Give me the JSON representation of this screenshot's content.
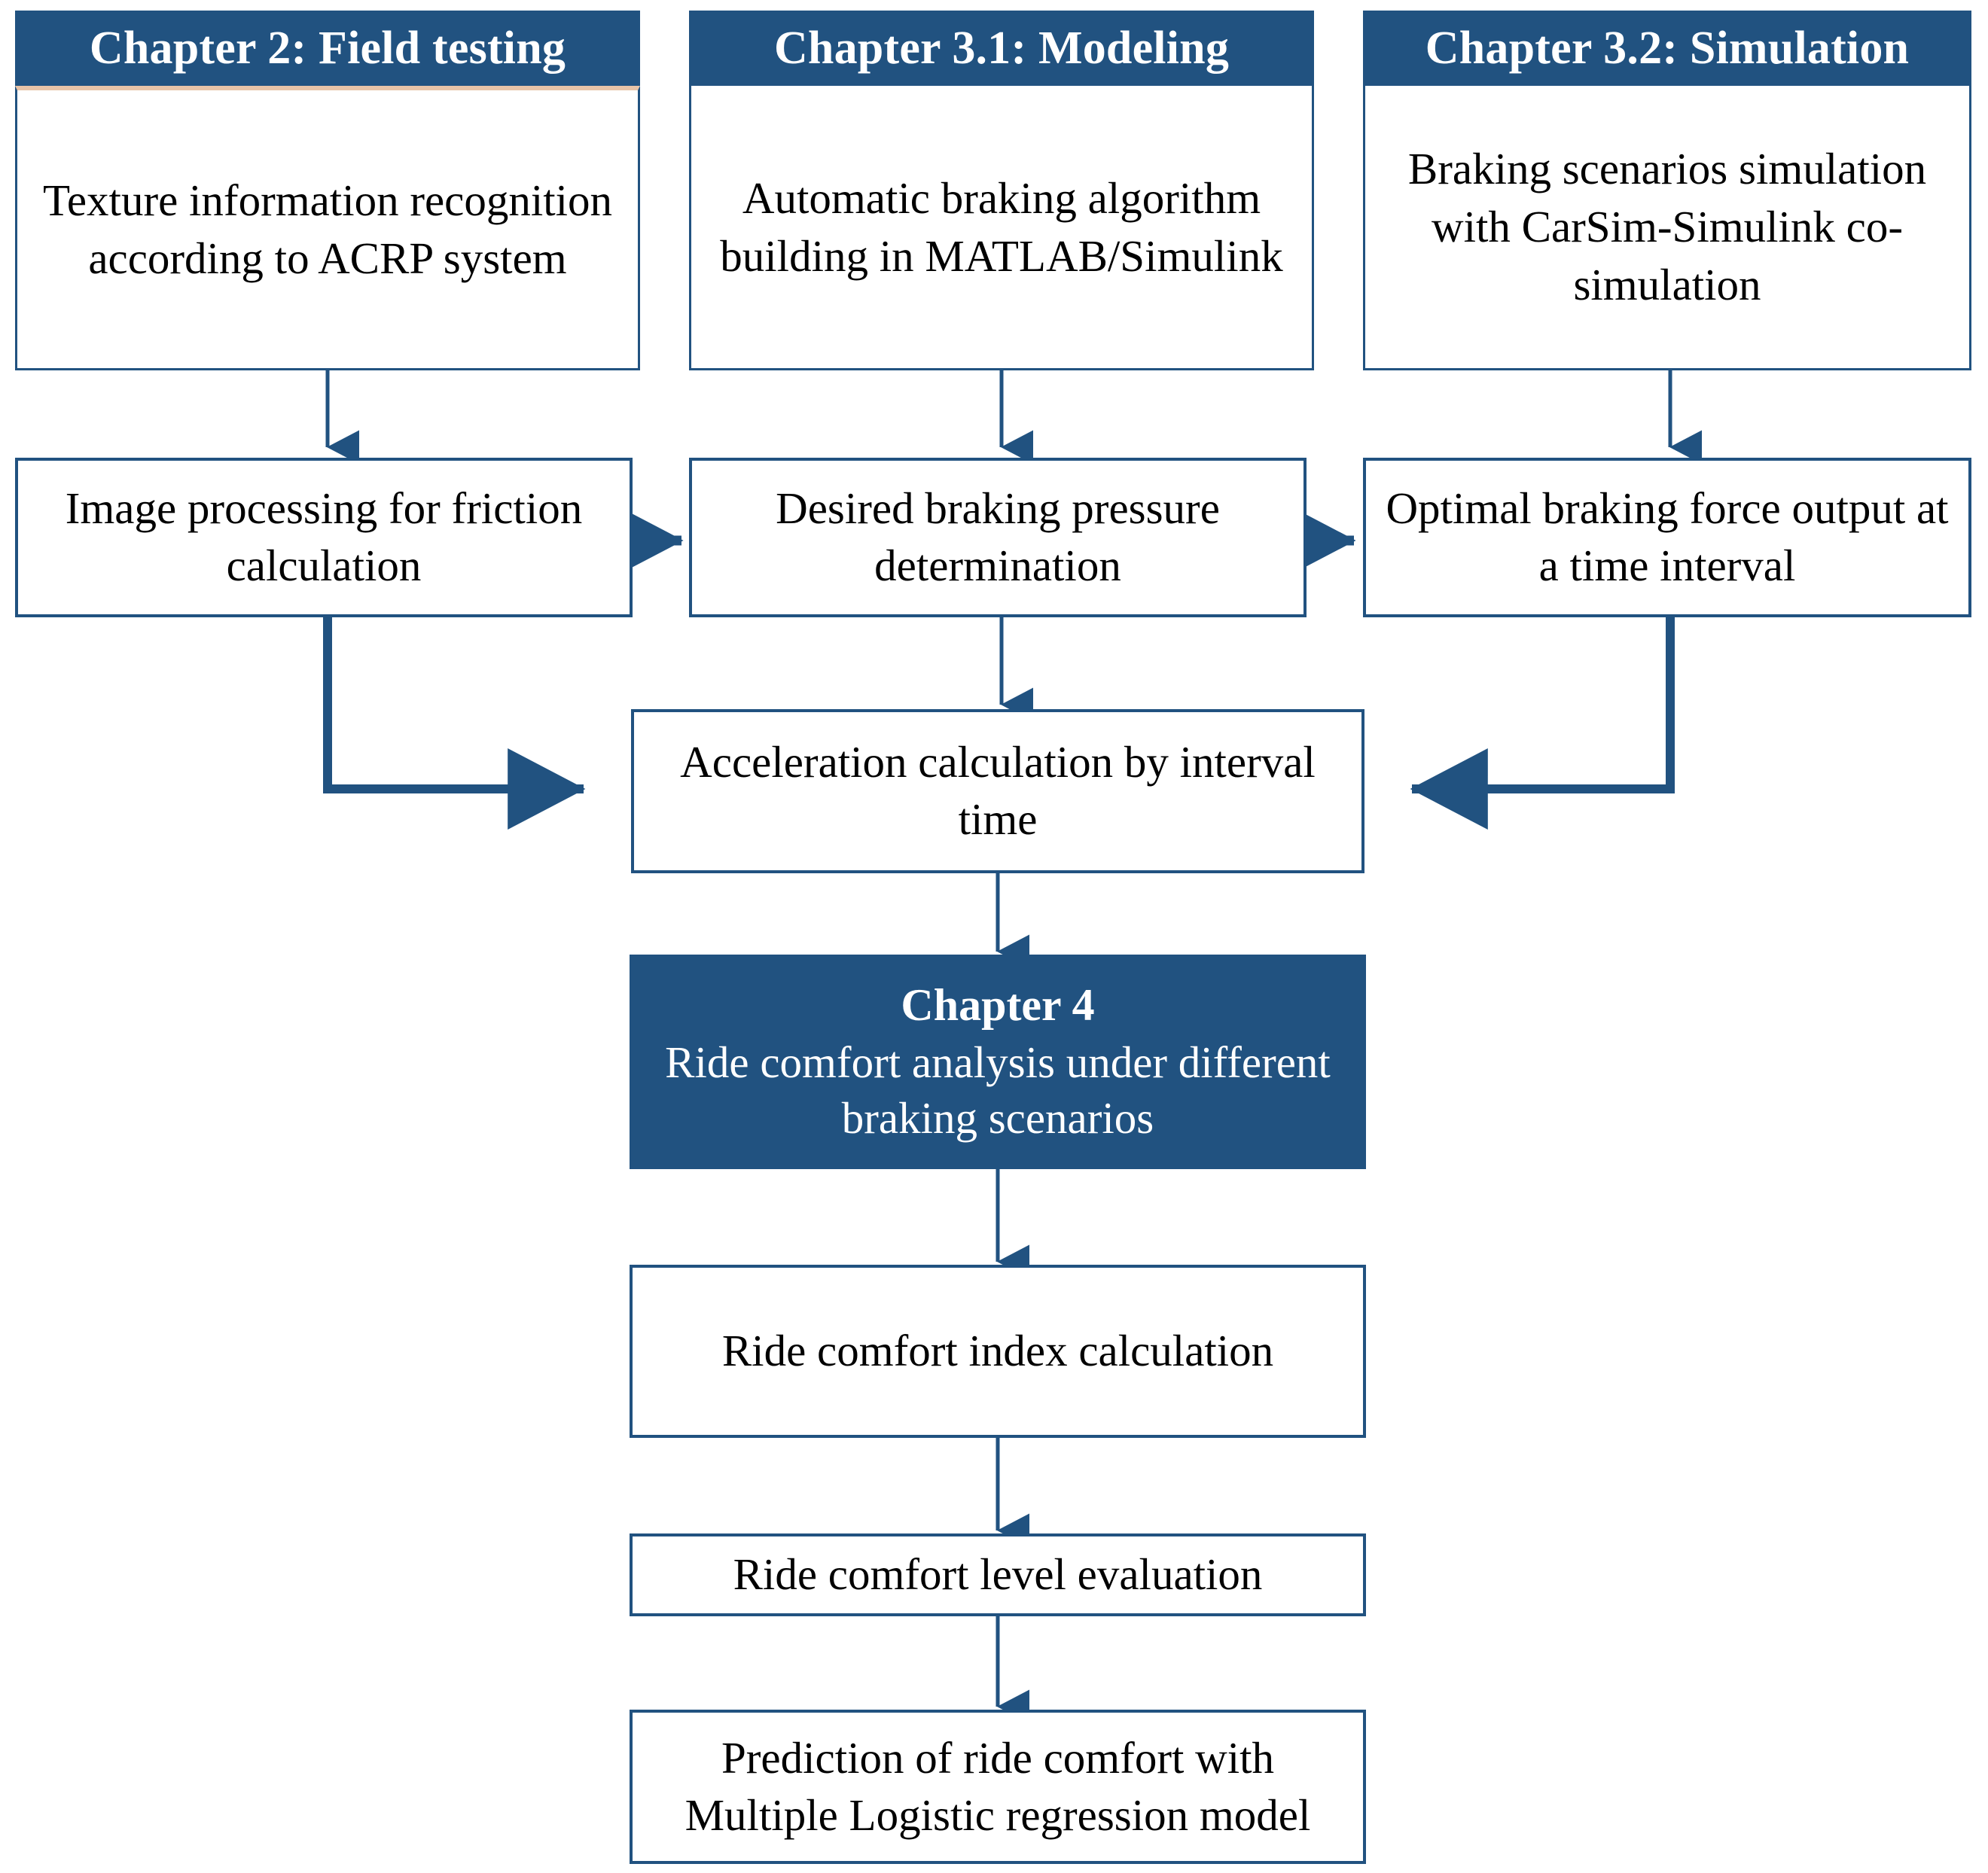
{
  "theme": {
    "accent_blue": "#215280",
    "accent_peach": "#e8c4a8",
    "box_border": "#215280",
    "text_dark": "#000000",
    "text_light": "#ffffff",
    "background": "#ffffff"
  },
  "chart_data": {
    "type": "diagram",
    "title": "Research framework flowchart",
    "nodes": [
      {
        "id": "ch2",
        "label": "Chapter 2: Field testing",
        "kind": "header"
      },
      {
        "id": "ch2_body",
        "label": "Texture information recognition according to ACRP system",
        "kind": "process"
      },
      {
        "id": "ch31",
        "label": "Chapter 3.1: Modeling",
        "kind": "header"
      },
      {
        "id": "ch31_body",
        "label": "Automatic braking algorithm building in MATLAB/Simulink",
        "kind": "process"
      },
      {
        "id": "ch32",
        "label": "Chapter 3.2: Simulation",
        "kind": "header"
      },
      {
        "id": "ch32_body",
        "label": "Braking scenarios simulation with CarSim-Simulink co-simulation",
        "kind": "process"
      },
      {
        "id": "image_proc",
        "label": "Image processing for friction calculation",
        "kind": "process"
      },
      {
        "id": "pressure",
        "label": "Desired braking pressure determination",
        "kind": "process"
      },
      {
        "id": "force",
        "label": "Optimal braking force output at a time interval",
        "kind": "process"
      },
      {
        "id": "accel",
        "label": "Acceleration calculation by interval time",
        "kind": "process"
      },
      {
        "id": "ch4",
        "label": "Chapter 4 Ride comfort analysis under different braking scenarios",
        "kind": "filled"
      },
      {
        "id": "rci",
        "label": "Ride comfort index calculation",
        "kind": "process"
      },
      {
        "id": "rcl",
        "label": "Ride  comfort level evaluation",
        "kind": "process"
      },
      {
        "id": "pred",
        "label": "Prediction of ride comfort with Multiple Logistic regression model",
        "kind": "process"
      }
    ],
    "edges": [
      {
        "from": "ch2_body",
        "to": "image_proc",
        "style": "arrow-down"
      },
      {
        "from": "ch31_body",
        "to": "pressure",
        "style": "arrow-down"
      },
      {
        "from": "ch32_body",
        "to": "force",
        "style": "arrow-down"
      },
      {
        "from": "image_proc",
        "to": "pressure",
        "style": "arrow-right"
      },
      {
        "from": "pressure",
        "to": "force",
        "style": "arrow-right"
      },
      {
        "from": "image_proc",
        "to": "accel",
        "style": "elbow-down-right"
      },
      {
        "from": "pressure",
        "to": "accel",
        "style": "arrow-down"
      },
      {
        "from": "force",
        "to": "accel",
        "style": "elbow-down-left"
      },
      {
        "from": "accel",
        "to": "ch4",
        "style": "arrow-down"
      },
      {
        "from": "ch4",
        "to": "rci",
        "style": "arrow-down"
      },
      {
        "from": "rci",
        "to": "rcl",
        "style": "arrow-down"
      },
      {
        "from": "rcl",
        "to": "pred",
        "style": "arrow-down"
      }
    ]
  },
  "columns": [
    {
      "header": "Chapter 2: Field testing",
      "body": "Texture information recognition according to ACRP system",
      "step": "Image processing for friction calculation"
    },
    {
      "header": "Chapter 3.1: Modeling",
      "body": "Automatic braking algorithm building in MATLAB/Simulink",
      "step": "Desired braking pressure determination"
    },
    {
      "header": "Chapter 3.2: Simulation",
      "body": "Braking scenarios simulation with CarSim-Simulink co-simulation",
      "step": "Optimal braking force output at a time interval"
    }
  ],
  "middle": {
    "acceleration": "Acceleration calculation by interval time"
  },
  "chapter4": {
    "title": "Chapter 4",
    "subtitle": "Ride comfort analysis under different braking scenarios"
  },
  "bottom_steps": [
    "Ride comfort index calculation",
    "Ride  comfort level evaluation",
    "Prediction of ride comfort with Multiple Logistic regression model"
  ]
}
